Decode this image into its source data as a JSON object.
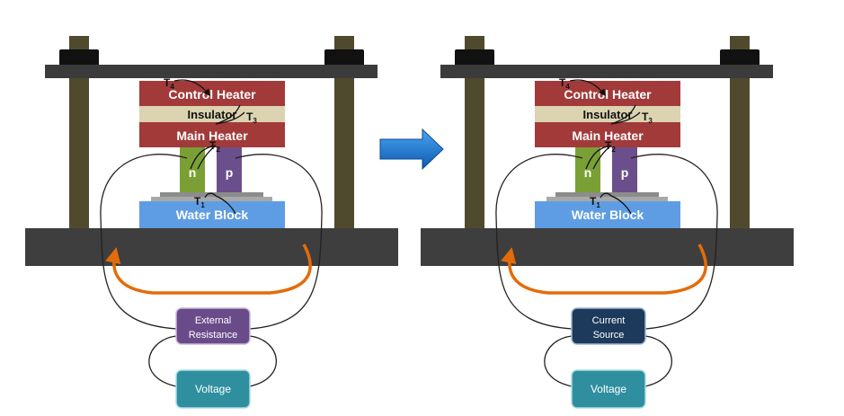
{
  "left": {
    "control_heater": "Control Heater",
    "insulator": "Insulator",
    "main_heater": "Main Heater",
    "water_block": "Water Block",
    "n_leg": "n",
    "p_leg": "p",
    "t4": "T",
    "t4_sub": "4",
    "t3": "T",
    "t3_sub": "3",
    "t2": "T",
    "t2_sub": "2",
    "t1": "T",
    "t1_sub": "1",
    "load_line1": "External",
    "load_line2": "Resistance",
    "meter": "Voltage"
  },
  "right": {
    "control_heater": "Control Heater",
    "insulator": "Insulator",
    "main_heater": "Main Heater",
    "water_block": "Water Block",
    "n_leg": "n",
    "p_leg": "p",
    "t4": "T",
    "t4_sub": "4",
    "t3": "T",
    "t3_sub": "3",
    "t2": "T",
    "t2_sub": "2",
    "t1": "T",
    "t1_sub": "1",
    "load_line1": "Current",
    "load_line2": "Source",
    "meter": "Voltage"
  },
  "colors": {
    "post": "#4f4a2e",
    "clamp": "#3b3b3b",
    "base": "#3e3e3e",
    "heater": "#a23a3a",
    "insulator": "#dcd3b0",
    "water_block": "#5e9de4",
    "n_leg": "#7aa035",
    "p_leg": "#6b4f8c",
    "current_arrow": "#e36c0a",
    "load_left": "#6a4b8a",
    "load_right": "#1d3a5c",
    "meter": "#2f8f9f",
    "transition_arrow": "#1a6fc9"
  }
}
